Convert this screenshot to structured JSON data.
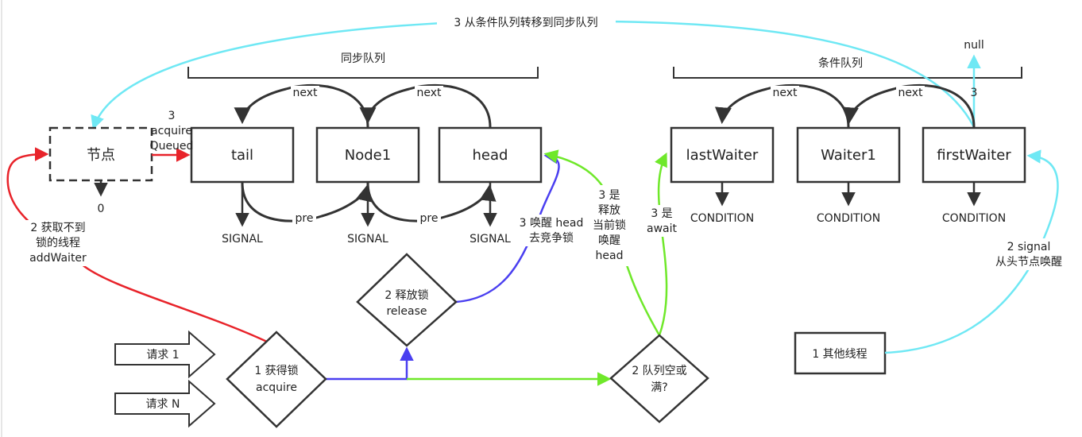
{
  "groups": {
    "sync_queue": "同步队列",
    "condition_queue": "条件队列"
  },
  "nodes": {
    "waiting_node": "节点",
    "tail": "tail",
    "node1": "Node1",
    "head": "head",
    "last_waiter": "lastWaiter",
    "waiter1": "Waiter1",
    "first_waiter": "firstWaiter",
    "other_thread": "1 其他线程"
  },
  "decisions": {
    "acquire_line1": "1 获得锁",
    "acquire_line2": "acquire",
    "release_line1": "2 释放锁",
    "release_line2": "release",
    "queue_line1": "2 队列空或",
    "queue_line2": "满?"
  },
  "requests": {
    "request_1": "请求 1",
    "request_n": "请求 N"
  },
  "link_labels": {
    "next": "next",
    "pre": "pre",
    "null": "null",
    "three": "3",
    "zero": "0",
    "signal": "SIGNAL",
    "condition": "CONDITION"
  },
  "annotations": {
    "transfer": "3 从条件队列转移到同步队列",
    "acquire_queued": [
      "3",
      "acquire",
      "Queued"
    ],
    "add_waiter": [
      "2 获取不到",
      "锁的线程",
      "addWaiter"
    ],
    "wake_head": [
      "3 唤醒 head",
      "去竞争锁"
    ],
    "release_wake": [
      "3 是",
      "释放",
      "当前锁",
      "唤醒",
      "head"
    ],
    "await": [
      "3 是",
      "await"
    ],
    "signal": [
      "2 signal",
      "从头节点唤醒"
    ]
  },
  "colors": {
    "red": "#e8232a",
    "cyan": "#6fe8f4",
    "blue": "#4a3ff0",
    "green": "#6fe82a",
    "dark": "#333333"
  }
}
